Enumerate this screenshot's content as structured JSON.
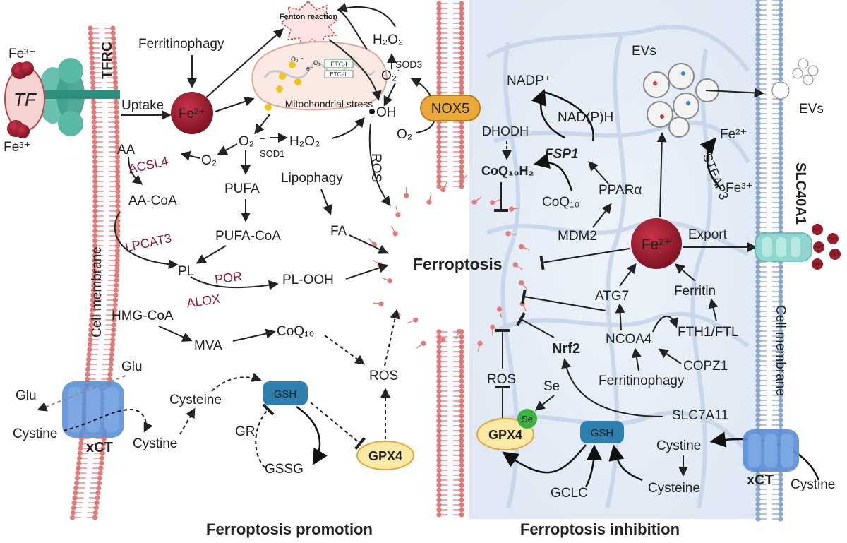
{
  "colors": {
    "membrane": "#e07b7b",
    "iron": "#9e1b2a",
    "enzyme_red": "#8b1a2b",
    "promotion_blue": "#3a86c8",
    "inhibition_red": "#d0332b",
    "ferroptosis_pink": "#d13fa9",
    "gpx4_fill": "#fde9a6",
    "nox5_fill": "#e9a93a",
    "gsh_fill": "#2f7fae",
    "xct_fill": "#5b8fd6",
    "channel_fill": "#8fd6d0"
  },
  "left": {
    "tf": "TF",
    "fe3_top": "Fe³⁺",
    "fe3_bottom": "Fe³⁺",
    "tfrc": "TFRC",
    "uptake": "Uptake",
    "ferritinophagy": "Ferritinophagy",
    "fe2": "Fe²⁺",
    "fenton": "Fenton reaction",
    "mito_stress": "Mitochondrial stress",
    "etc1": "ETC-I",
    "etc3": "ETC-III",
    "o2_small": "O₂",
    "o2_radical_small": "O₂˙⁻",
    "e_small": "e⁻",
    "o2_rad": "O₂˙⁻",
    "sod1": "SOD1",
    "o2": "O₂",
    "h2o2": "H₂O₂",
    "oh": "OH",
    "aa": "AA",
    "acsl4": "ACSL4",
    "aa_coa": "AA-CoA",
    "lpcat3": "LPCAT3",
    "pufa": "PUFA",
    "pufa_coa": "PUFA-CoA",
    "pl": "PL",
    "por": "POR",
    "alox": "ALOX",
    "pl_ooh": "PL-OOH",
    "lipophagy": "Lipophagy",
    "fa": "FA",
    "ros_mid": "ROS",
    "hmg_coa": "HMG-CoA",
    "mva": "MVA",
    "coq10": "CoQ₁₀",
    "ros_low": "ROS",
    "cell_membrane": "Cell membrane",
    "glu_top": "Glu",
    "glu_left": "Glu",
    "cystine_left": "Cystine",
    "xct": "xCT",
    "cystine_right": "Cystine",
    "cysteine": "Cysteine",
    "gsh": "GSH",
    "gr": "GR",
    "gssg": "GSSG",
    "gpx4": "GPX4",
    "h2o2_top": "H₂O₂",
    "sod3": "SOD3",
    "o2_rad_top": "O₂˙⁻",
    "nox5": "NOX5",
    "o2_nox": "O₂"
  },
  "center": {
    "ferroptosis": "Ferroptosis"
  },
  "right": {
    "nadp": "NADP⁺",
    "nadph": "NAD(P)H",
    "dhodh": "DHODH",
    "fsp1": "FSP1",
    "coq10h2": "CoQ₁₀H₂",
    "coq10": "CoQ₁₀",
    "ppara": "PPARα",
    "mdm2": "MDM2",
    "fe2": "Fe²⁺",
    "export": "Export",
    "evs_top": "EVs",
    "evs_right": "EVs",
    "fe2_small": "Fe²⁺",
    "steap3": "STEAP3",
    "fe3": "Fe³⁺",
    "slc40a1": "SLC40A1",
    "atg7": "ATG7",
    "ferritin": "Ferritin",
    "fth1_ftl": "FTH1/FTL",
    "ncoa4": "NCOA4",
    "copz1": "COPZ1",
    "ferritinophagy": "Ferritinophagy",
    "nrf2": "Nrf2",
    "ros": "ROS",
    "se": "Se",
    "se_ball": "Se",
    "gpx4": "GPX4",
    "gsh": "GSH",
    "slc7a11": "SLC7A11",
    "cystine": "Cystine",
    "cysteine": "Cysteine",
    "gclc": "GCLC",
    "xct": "xCT",
    "cystine_out": "Cystine",
    "cell_membrane": "Cell membrane",
    "fe_mini": "Fe²⁺"
  },
  "footer": {
    "promotion": "Ferroptosis promotion",
    "inhibition": "Ferroptosis inhibition"
  }
}
